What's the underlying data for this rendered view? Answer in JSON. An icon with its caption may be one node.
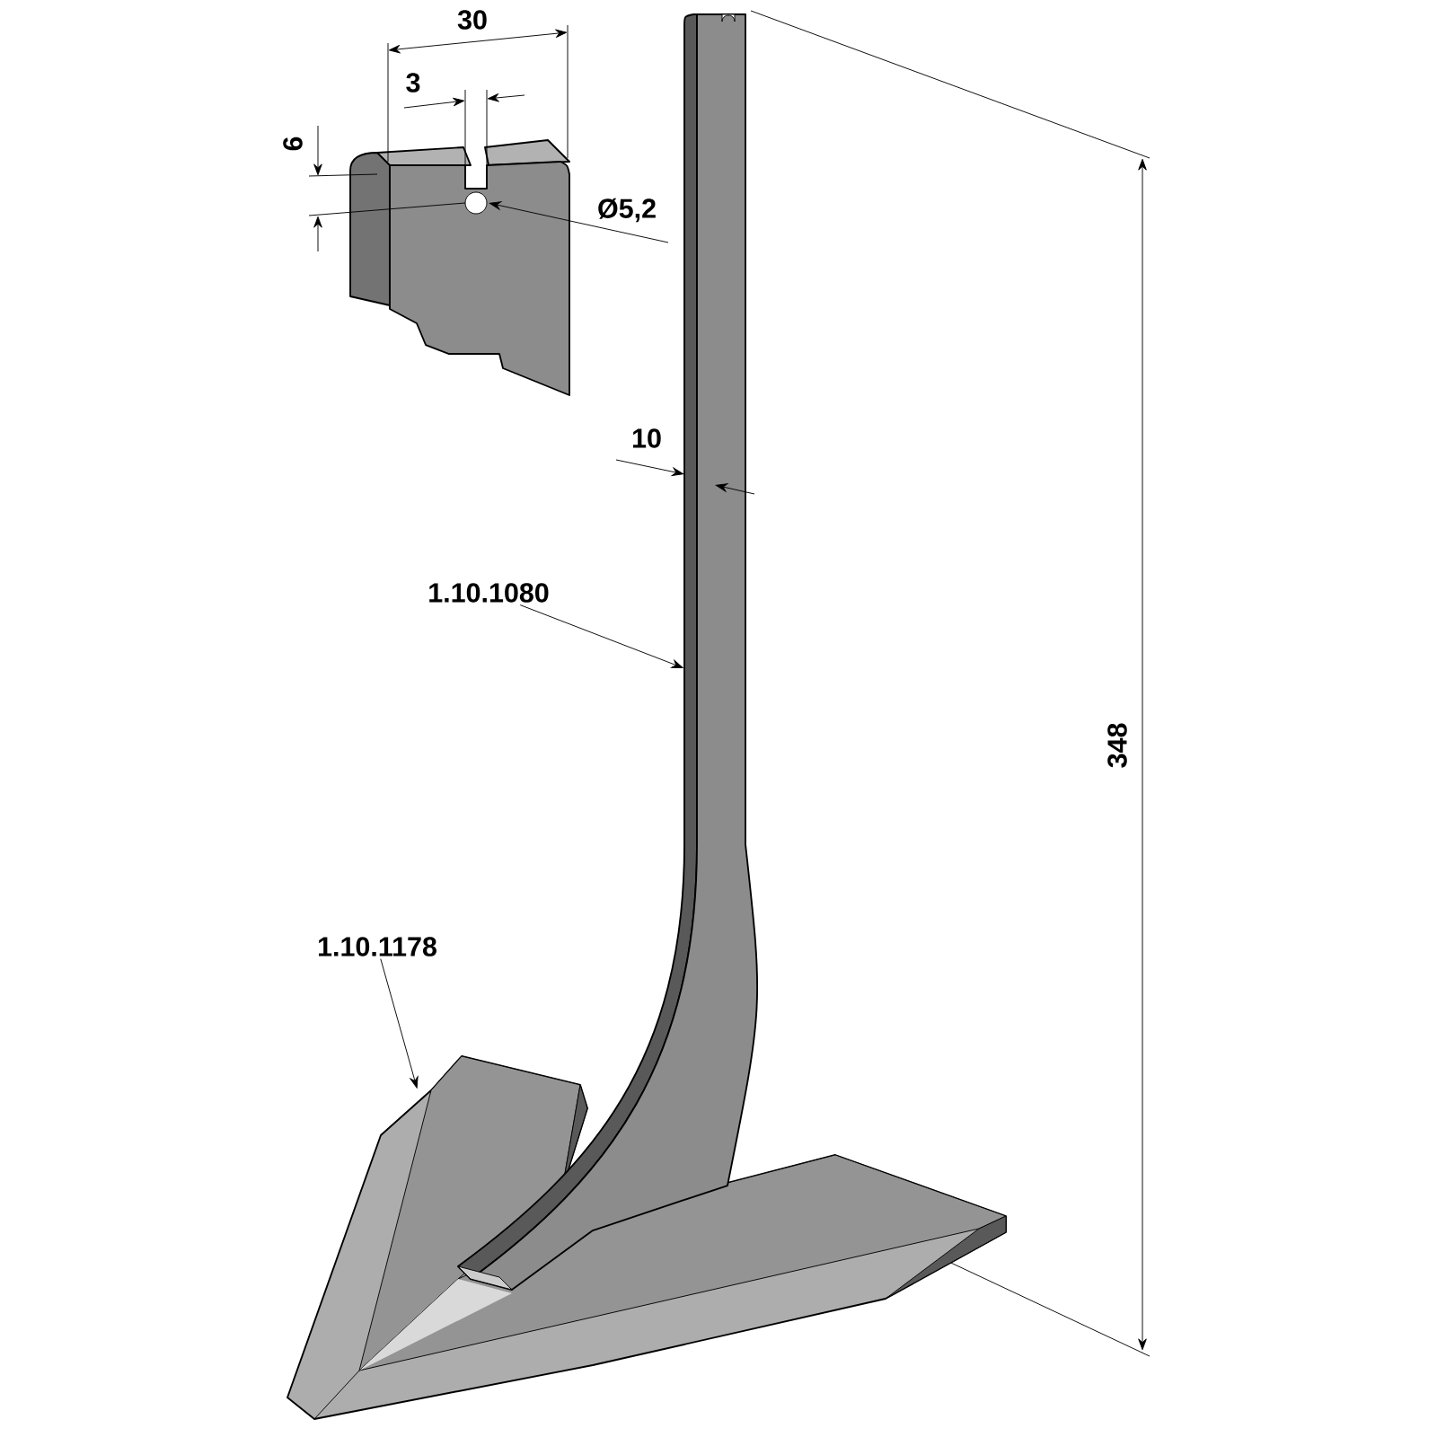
{
  "diagram": {
    "nodes": [
      {
        "text": [
          "1.10.1080"
        ]
      },
      {
        "text": [
          "1.10.1178"
        ]
      },
      {
        "text": [],
        "shape": "picture"
      },
      {
        "text": [],
        "shape": "picture"
      }
    ],
    "edges": [
      {
        "from": 0,
        "to": 2,
        "arrow": "to"
      },
      {
        "from": 1,
        "to": 3,
        "arrow": "to"
      }
    ],
    "labels": [
      "30",
      "3",
      "6",
      "Ø5,2",
      "10",
      "348"
    ]
  }
}
